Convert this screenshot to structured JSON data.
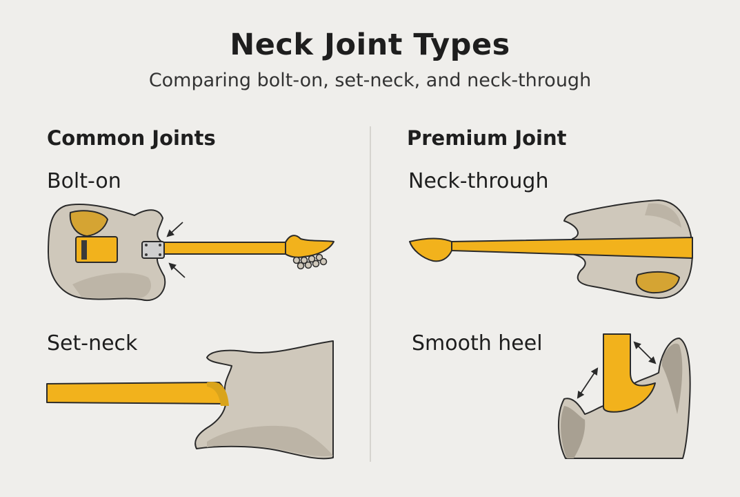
{
  "title": "Neck Joint Types",
  "subtitle": "Comparing bolt-on, set-neck, and neck-through",
  "sections": {
    "left": "Common Joints",
    "right": "Premium Joint"
  },
  "panels": {
    "bolt_on": "Bolt-on",
    "set_neck": "Set-neck",
    "neck_through": "Neck-through",
    "smooth_heel": "Smooth heel"
  },
  "colors": {
    "body": "#cfc8bb",
    "body_shadow": "#b9b1a3",
    "neck": "#f2b21c",
    "outline": "#2a2a2a",
    "background": "#efeeeb"
  }
}
